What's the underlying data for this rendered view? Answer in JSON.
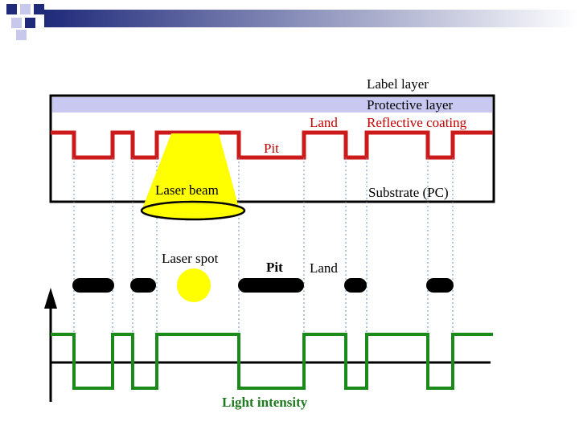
{
  "labels": {
    "label_layer": "Label layer",
    "protective_layer": "Protective layer",
    "land_top": "Land",
    "reflective_coating": "Reflective coating",
    "pit_top": "Pit",
    "laser_beam": "Laser beam",
    "substrate": "Substrate (PC)",
    "laser_spot": "Laser spot",
    "pit_mid": "Pit",
    "land_mid": "Land",
    "light_intensity": "Light intensity"
  },
  "colors": {
    "slide_accent": "#1f2a7a",
    "protective_layer": "#c8c8f0",
    "reflective": "#cc1a1a",
    "beam": "#ffff00",
    "signal": "#1a8a1a",
    "frame": "#000000"
  },
  "icons": [
    "square-bullet-icon",
    "up-arrow-icon"
  ]
}
